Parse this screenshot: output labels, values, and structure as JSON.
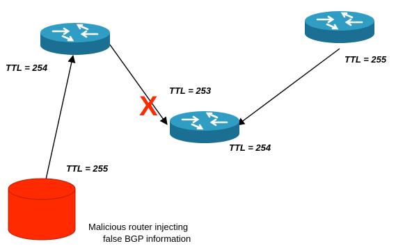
{
  "labels": {
    "ttl_top_left": "TTL = 254",
    "ttl_top_right": "TTL = 255",
    "ttl_middle": "TTL = 253",
    "ttl_center": "TTL = 254",
    "ttl_bottom_left": "TTL = 255"
  },
  "caption": {
    "line1": "Malicious router injecting",
    "line2": "false BGP information"
  },
  "blocked_mark": "X",
  "colors": {
    "router_top": "#2f9dc4",
    "router_side": "#1b6f93",
    "router_arrows": "#ffffff",
    "malicious_fill": "#ff2a00",
    "malicious_side": "#d81e00",
    "x_mark": "#ff2a00",
    "lines": "#000000"
  },
  "icons": {
    "router": "router-icon",
    "malicious": "database-cylinder-icon",
    "blocked": "x-mark-icon"
  }
}
